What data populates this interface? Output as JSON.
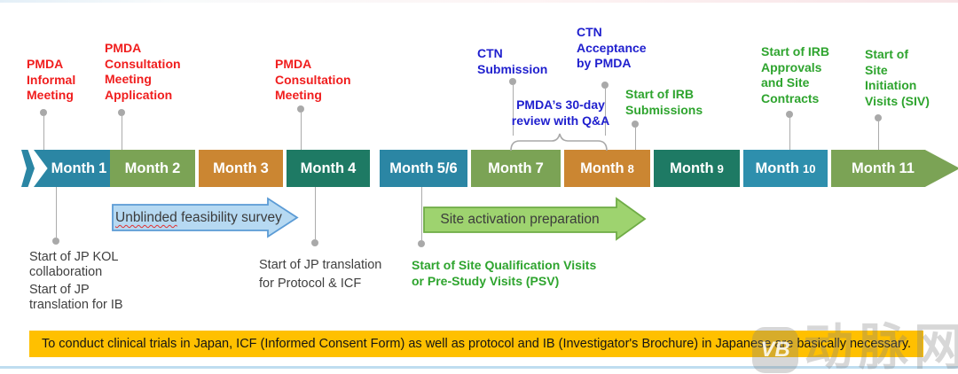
{
  "palette": {
    "teal": "#2B86A4",
    "olive_green": "#7BA355",
    "orange": "#CB8632",
    "dark_green": "#1E7A64",
    "teal_blue": "#2E8FAD",
    "annotation_red": "#F01E1E",
    "annotation_blue": "#1F1FCE",
    "annotation_green": "#2EA42E",
    "annotation_dark": "#3F3F3F",
    "connector_gray": "#ABABAB",
    "banner_yellow": "#FFC000",
    "feasibility_arrow_fill": "#B6D9F2",
    "feasibility_arrow_border": "#5B9BD5",
    "site_arrow_fill": "#9ED36F",
    "site_arrow_border": "#6FAC46"
  },
  "timeline": {
    "segments": [
      {
        "prefix": "Month",
        "num": "1"
      },
      {
        "prefix": "Month",
        "num": "2"
      },
      {
        "prefix": "Month",
        "num": "3"
      },
      {
        "prefix": "Month",
        "num": "4"
      },
      {
        "prefix": "Month",
        "num": "5/6"
      },
      {
        "prefix": "Month",
        "num": "7"
      },
      {
        "prefix": "Month",
        "num": "8"
      },
      {
        "prefix": "Month",
        "num": "9"
      },
      {
        "prefix": "Month",
        "num": "10"
      },
      {
        "prefix": "Month",
        "num": "11"
      }
    ]
  },
  "events": {
    "pmda_informal": "PMDA\nInformal\nMeeting",
    "pmda_application": "PMDA\nConsultation\nMeeting\nApplication",
    "pmda_meeting": "PMDA\nConsultation\nMeeting",
    "ctn_submission": "CTN\nSubmission",
    "ctn_acceptance": "CTN\nAcceptance\nby PMDA",
    "pmda_review": "PMDA’s 30-day\nreview with Q&A",
    "irb_submissions": "Start of IRB\nSubmissions",
    "irb_approvals": "Start of IRB\nApprovals\nand Site\nContracts",
    "siv": "Start of\nSite\nInitiation\nVisits (SIV)",
    "jp_kol": "Start of JP KOL\ncollaboration",
    "jp_ib": "Start of JP\ntranslation for IB",
    "jp_protocol": "Start of JP translation\nfor Protocol & ICF",
    "psv": "Start of Site Qualification Visits\nor Pre-Study Visits (PSV)"
  },
  "arrows": {
    "feasibility": {
      "word1": "Unblinded",
      "rest": " feasibility survey"
    },
    "site_activation": "Site activation preparation"
  },
  "banner": {
    "text": "To conduct clinical trials in Japan, ICF (Informed Consent Form) as well as protocol and IB (Investigator's Brochure) in Japanese are basically necessary."
  },
  "watermark": {
    "logo": "VB",
    "text": "动脉网"
  }
}
